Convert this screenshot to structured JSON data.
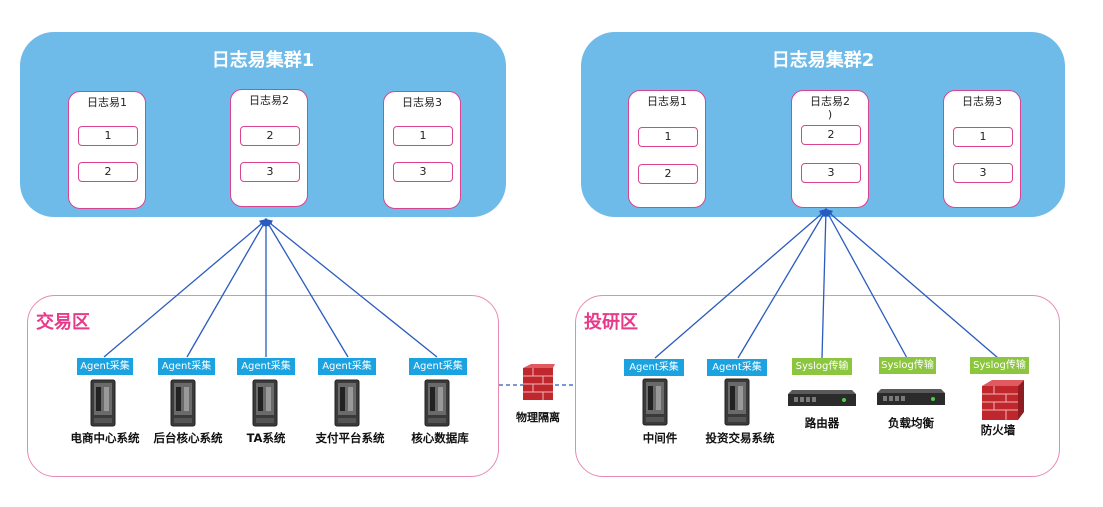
{
  "clusters": [
    {
      "title": "日志易集群1",
      "nodes": [
        {
          "title": "日志易1",
          "shards": [
            "1",
            "2"
          ]
        },
        {
          "title": "日志易2",
          "shards": [
            "2",
            "3"
          ]
        },
        {
          "title": "日志易3",
          "shards": [
            "1",
            "3"
          ]
        }
      ]
    },
    {
      "title": "日志易集群2",
      "nodes": [
        {
          "title": "日志易1",
          "shards": [
            "1",
            "2"
          ]
        },
        {
          "title": "日志易2\n)",
          "shards": [
            "2",
            "3"
          ]
        },
        {
          "title": "日志易3",
          "shards": [
            "1",
            "3"
          ]
        }
      ]
    }
  ],
  "zones": [
    {
      "title": "交易区",
      "items": [
        {
          "tag": "Agent采集",
          "label": "电商中心系统",
          "icon": "server-icon"
        },
        {
          "tag": "Agent采集",
          "label": "后台核心系统",
          "icon": "server-icon"
        },
        {
          "tag": "Agent采集",
          "label": "TA系统",
          "icon": "server-icon"
        },
        {
          "tag": "Agent采集",
          "label": "支付平台系统",
          "icon": "server-icon"
        },
        {
          "tag": "Agent采集",
          "label": "核心数据库",
          "icon": "server-icon"
        }
      ]
    },
    {
      "title": "投研区",
      "items": [
        {
          "tag": "Agent采集",
          "label": "中间件",
          "icon": "server-icon"
        },
        {
          "tag": "Agent采集",
          "label": "投资交易系统",
          "icon": "server-icon"
        },
        {
          "tag": "Syslog传输",
          "label": "路由器",
          "icon": "router-icon"
        },
        {
          "tag": "Syslog传输",
          "label": "负载均衡",
          "icon": "router-icon"
        },
        {
          "tag": "Syslog传输",
          "label": "防火墙",
          "icon": "firewall-icon"
        }
      ]
    }
  ],
  "isolation": {
    "label": "物理隔离",
    "icon": "firewall-icon"
  },
  "colors": {
    "cluster_bg": "#6ebbea",
    "pink_border": "#d9438f",
    "zone_title": "#e83a8a",
    "agent_tag": "#1aa3e0",
    "syslog_tag": "#8cc63f",
    "arrow": "#2a5bbf"
  }
}
